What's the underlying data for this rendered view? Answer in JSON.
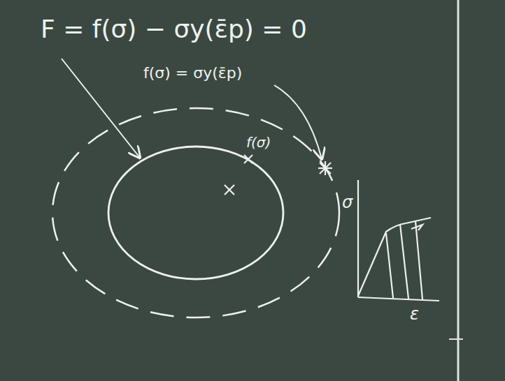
{
  "diagram": {
    "labels": [
      "F = f(σ) − σy(ε̄p) = 0",
      "f(σ) = σy(ε̄p)",
      "f(σ)",
      "σ",
      "ε"
    ]
  }
}
